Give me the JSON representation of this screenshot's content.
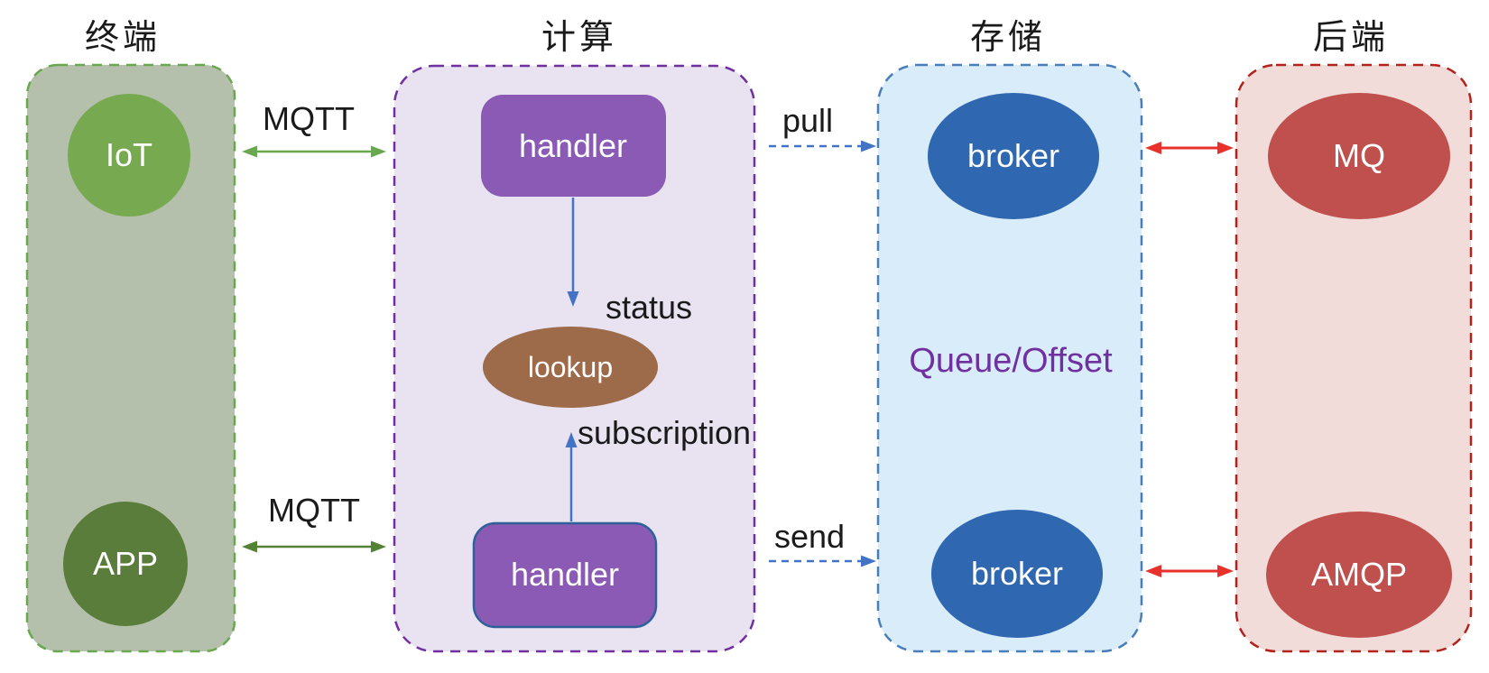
{
  "diagram": {
    "lanes": [
      {
        "id": "terminal",
        "title": "终端",
        "fill": "#b5c0ac",
        "border": "#6aa84f",
        "nodes": [
          {
            "label": "IoT",
            "shape": "circle",
            "fill": "#77aa50"
          },
          {
            "label": "APP",
            "shape": "circle",
            "fill": "#5a7d3b"
          }
        ]
      },
      {
        "id": "compute",
        "title": "计算",
        "fill": "#e8e2f1",
        "border": "#7030a0",
        "nodes": [
          {
            "label": "handler",
            "shape": "rounded-rect",
            "fill": "#8a5ab4"
          },
          {
            "label": "lookup",
            "shape": "ellipse",
            "fill": "#9d6b49"
          },
          {
            "label": "handler",
            "shape": "rounded-rect",
            "fill": "#8a5ab4",
            "border": "#2e6199"
          }
        ]
      },
      {
        "id": "storage",
        "title": "存储",
        "fill": "#d9ecf9",
        "border": "#4a7ebb",
        "annotation": {
          "label": "Queue/Offset",
          "color": "#7030a0"
        },
        "nodes": [
          {
            "label": "broker",
            "shape": "ellipse",
            "fill": "#2f67b1"
          },
          {
            "label": "broker",
            "shape": "ellipse",
            "fill": "#2f67b1"
          }
        ]
      },
      {
        "id": "backend",
        "title": "后端",
        "fill": "#f2dcd9",
        "border": "#b3231c",
        "nodes": [
          {
            "label": "MQ",
            "shape": "ellipse",
            "fill": "#c0504d"
          },
          {
            "label": "AMQP",
            "shape": "ellipse",
            "fill": "#c0504d"
          }
        ]
      }
    ],
    "edges": [
      {
        "id": "mqtt-top",
        "label": "MQTT",
        "from": "IoT",
        "to": "compute",
        "style": "double-arrow",
        "color": "#6aa84f"
      },
      {
        "id": "mqtt-bottom",
        "label": "MQTT",
        "from": "APP",
        "to": "compute",
        "style": "double-arrow",
        "color": "#548235"
      },
      {
        "id": "status",
        "label": "status",
        "from": "handler-top",
        "to": "lookup",
        "style": "solid-arrow",
        "color": "#4472c4"
      },
      {
        "id": "subscription",
        "label": "subscription",
        "from": "handler-bottom",
        "to": "lookup",
        "style": "solid-arrow",
        "color": "#4472c4"
      },
      {
        "id": "pull",
        "label": "pull",
        "from": "handler-top",
        "to": "broker-top",
        "style": "dashed-arrow",
        "color": "#4472c4"
      },
      {
        "id": "send",
        "label": "send",
        "from": "handler-bottom",
        "to": "broker-bottom",
        "style": "dashed-arrow",
        "color": "#4472c4"
      },
      {
        "id": "broker-mq",
        "from": "broker-top",
        "to": "MQ",
        "style": "double-arrow",
        "color": "#e8312a"
      },
      {
        "id": "broker-amqp",
        "from": "broker-bottom",
        "to": "AMQP",
        "style": "double-arrow",
        "color": "#e8312a"
      }
    ],
    "colors": {
      "background": "#ffffff",
      "text": "#1a1a1a",
      "node_text": "#ffffff",
      "annotation_text": "#7030a0",
      "arrow_blue": "#4472c4",
      "arrow_red": "#e8312a",
      "arrow_green_light": "#6aa84f",
      "arrow_green_dark": "#548235"
    }
  }
}
